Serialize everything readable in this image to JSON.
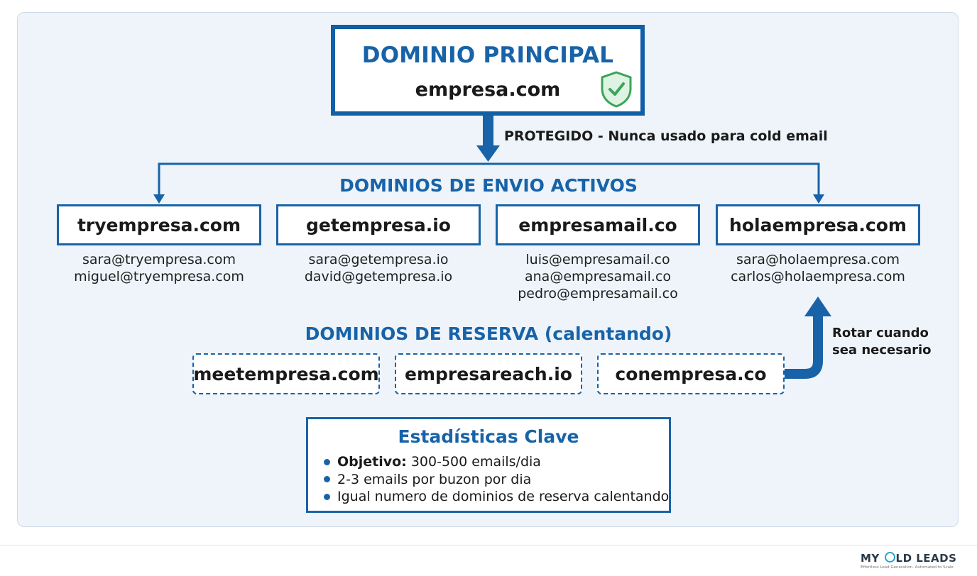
{
  "main": {
    "title": "DOMINIO PRINCIPAL",
    "domain": "empresa.com",
    "status_icon": "shield-check-icon",
    "protected_note": "PROTEGIDO - Nunca usado para cold email"
  },
  "active": {
    "title": "DOMINIOS DE ENVIO ACTIVOS",
    "domains": [
      {
        "name": "tryempresa.com",
        "emails": [
          "sara@tryempresa.com",
          "miguel@tryempresa.com"
        ]
      },
      {
        "name": "getempresa.io",
        "emails": [
          "sara@getempresa.io",
          "david@getempresa.io"
        ]
      },
      {
        "name": "empresamail.co",
        "emails": [
          "luis@empresamail.co",
          "ana@empresamail.co",
          "pedro@empresamail.co"
        ]
      },
      {
        "name": "holaempresa.com",
        "emails": [
          "sara@holaempresa.com",
          "carlos@holaempresa.com"
        ]
      }
    ]
  },
  "reserve": {
    "title": "DOMINIOS DE RESERVA (calentando)",
    "domains": [
      "meetempresa.com",
      "empresareach.io",
      "conempresa.co"
    ],
    "rotate_note_line1": "Rotar cuando",
    "rotate_note_line2": "sea necesario"
  },
  "stats": {
    "title": "Estadísticas Clave",
    "items": [
      {
        "bold": "Objetivo:",
        "text": " 300-500 emails/dia"
      },
      {
        "bold": "",
        "text": "2-3 emails por buzon por dia"
      },
      {
        "bold": "",
        "text": "Igual numero de dominios de reserva calentando"
      }
    ]
  },
  "logo": {
    "part1": "MY ",
    "part2": "LD LEADS",
    "tagline": "Effortless Lead Generation. Automated to Scale"
  },
  "colors": {
    "accent": "#1863a8",
    "panel_bg": "#eef4fa",
    "shield": "#3aa45a"
  }
}
